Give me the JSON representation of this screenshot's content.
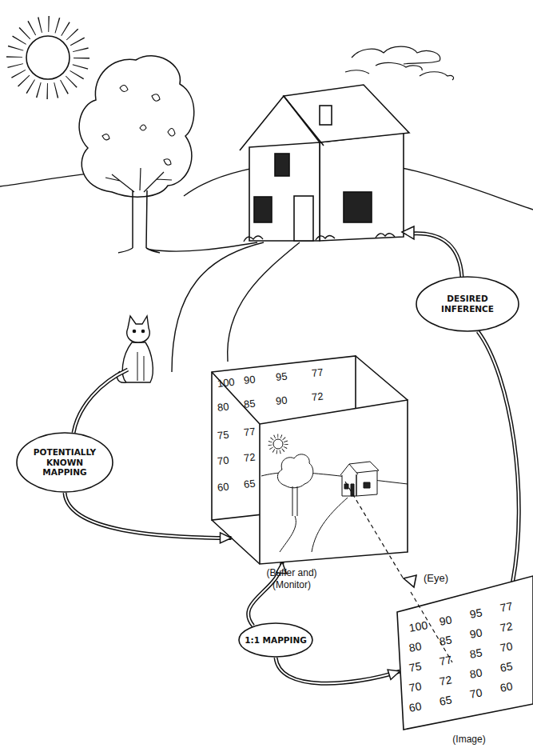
{
  "diagram": {
    "nodes": [
      {
        "text": [
          "DESIRED INFERENCE"
        ]
      },
      {
        "text": [
          "(Buffer and) (Monitor)"
        ]
      },
      {
        "text": [
          "POTENTIALLY KNOWN MAPPING"
        ]
      },
      {
        "text": [
          "1:1 MAPPING"
        ]
      },
      {
        "text": [
          "(Image)"
        ]
      }
    ],
    "edges": [
      {
        "from": 2,
        "to": 1,
        "arrow": "to"
      },
      {
        "from": 3,
        "to": 1,
        "arrow": "to"
      },
      {
        "from": 3,
        "to": 4,
        "arrow": "to"
      },
      {
        "from": 4,
        "to": 0,
        "arrow": "none"
      }
    ],
    "labels": [
      "100",
      "90",
      "95",
      "77",
      "80",
      "85",
      "90",
      "72",
      "75",
      "77",
      "70",
      "72",
      "60",
      "65",
      "(Eye)",
      "100",
      "90",
      "95",
      "77",
      "80",
      "85",
      "90",
      "72",
      "75",
      "77",
      "85",
      "70",
      "70",
      "72",
      "80",
      "65",
      "60",
      "65",
      "70",
      "60"
    ]
  }
}
